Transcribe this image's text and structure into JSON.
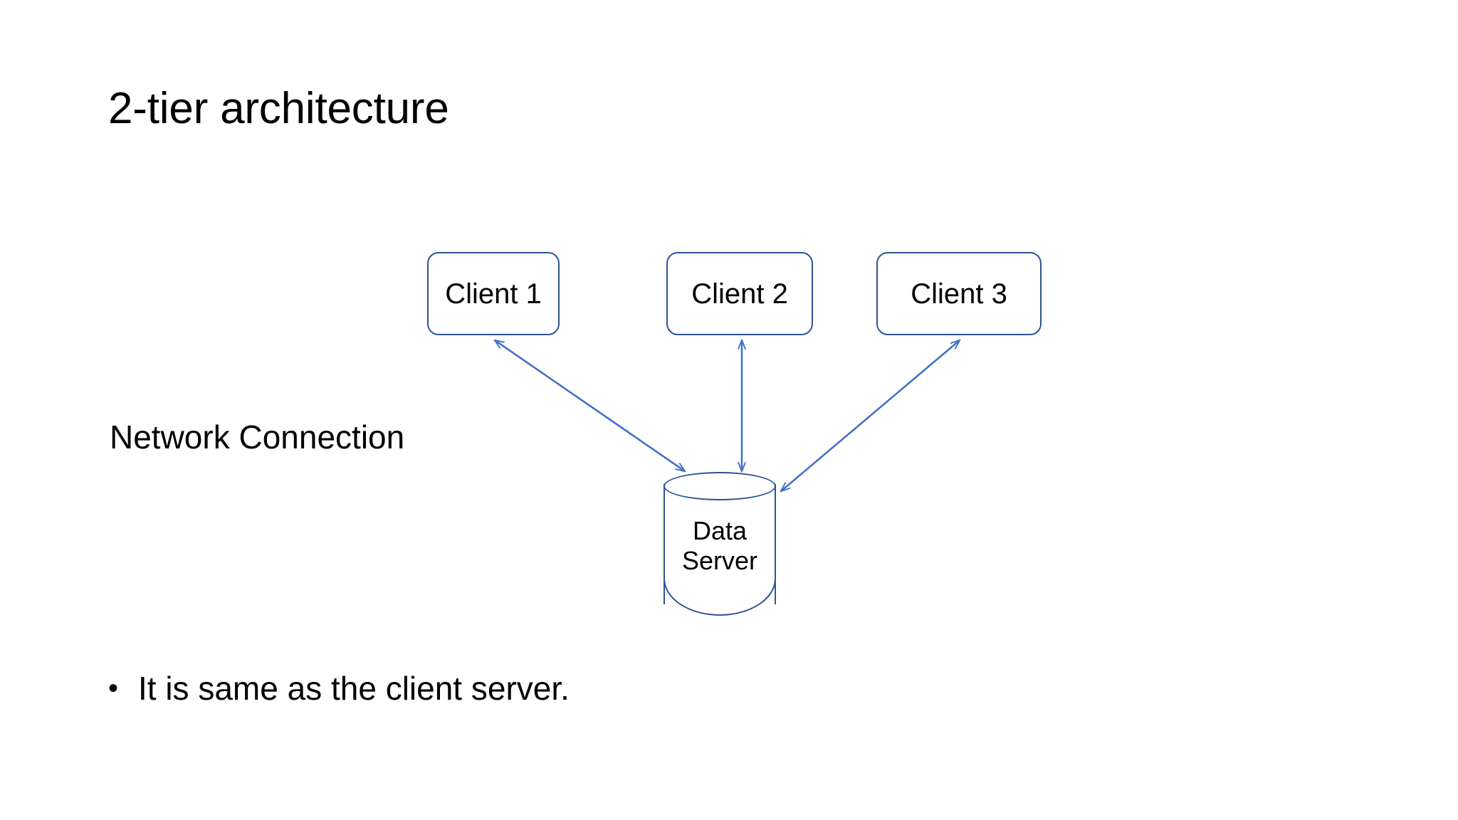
{
  "slide": {
    "title": "2-tier architecture",
    "network_label": "Network Connection",
    "bullet_mark": "•",
    "bullet_text": "It is same as the client server.",
    "background_color": "#FFFFFF"
  },
  "diagram": {
    "node_border_color": "#2E5496",
    "arrow_color": "#4472C4",
    "clients": [
      {
        "id": "client-1",
        "label": "Client 1"
      },
      {
        "id": "client-2",
        "label": "Client 2"
      },
      {
        "id": "client-3",
        "label": "Client 3"
      }
    ],
    "server": {
      "id": "data-server",
      "shape": "cylinder",
      "label_line_1": "Data",
      "label_line_2": "Server"
    },
    "connections": [
      {
        "from": "client-1",
        "to": "data-server",
        "style": "double-arrow"
      },
      {
        "from": "client-2",
        "to": "data-server",
        "style": "double-arrow"
      },
      {
        "from": "client-3",
        "to": "data-server",
        "style": "double-arrow"
      }
    ]
  }
}
